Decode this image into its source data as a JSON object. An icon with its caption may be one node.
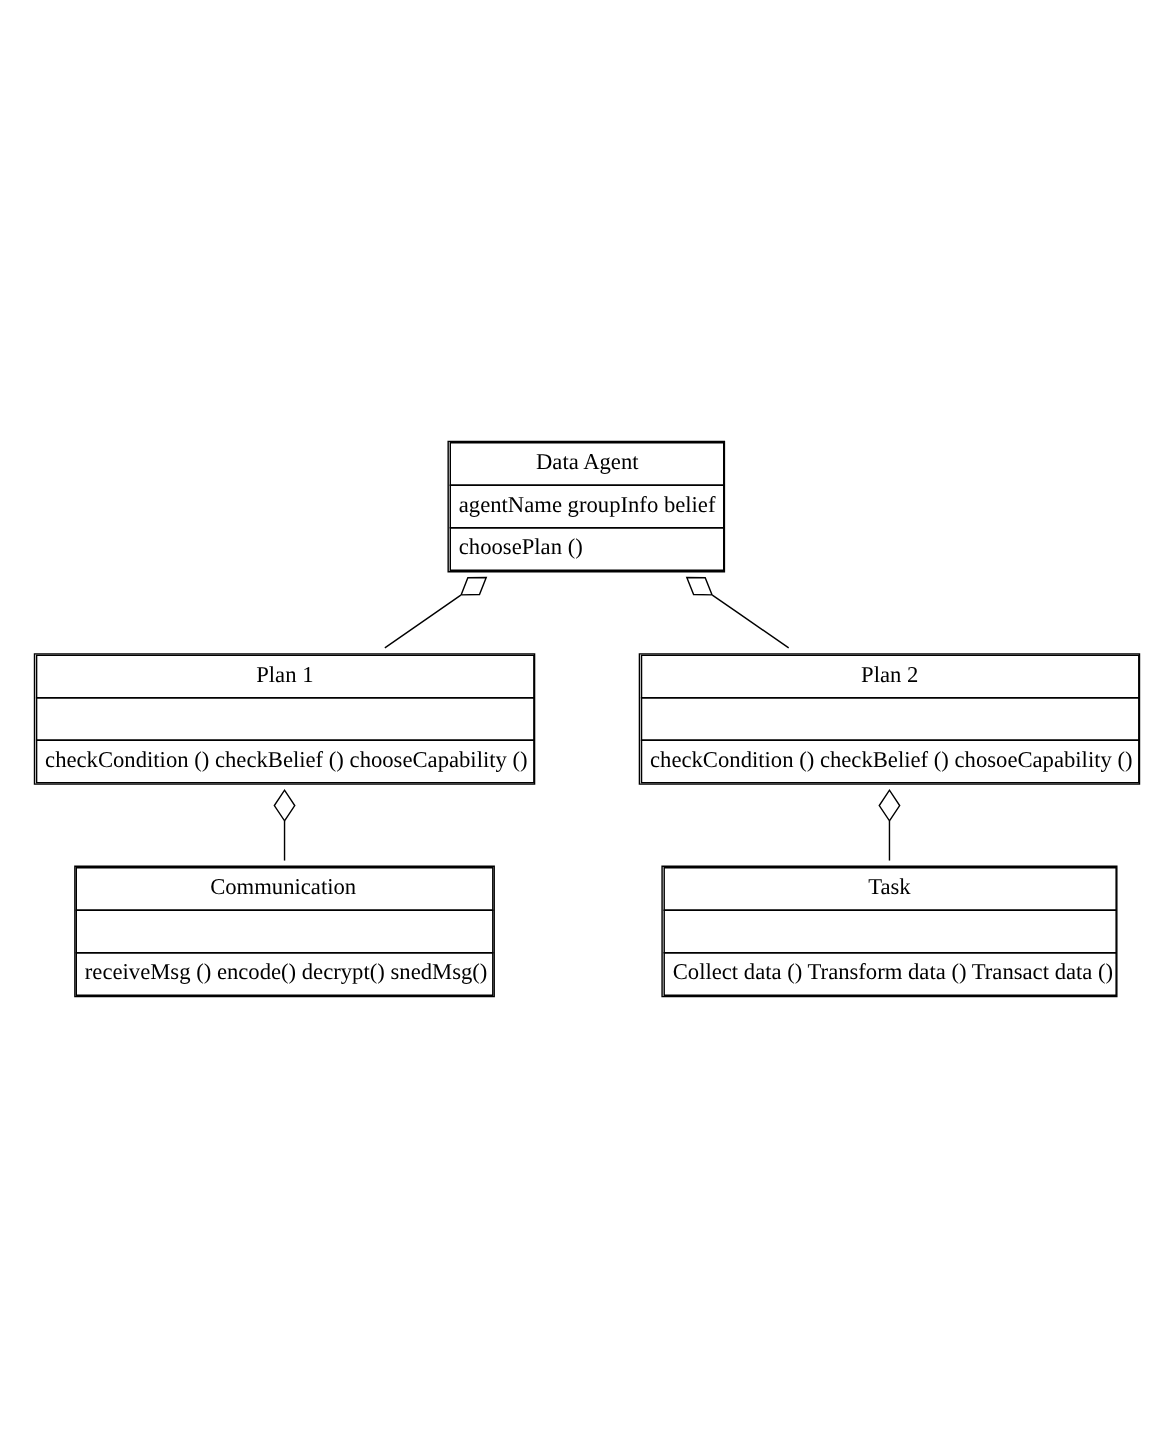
{
  "diagram": {
    "nodes": [
      {
        "text": [
          "Data Agent",
          "agentName groupInfo belief",
          "choosePlan ()"
        ]
      },
      {
        "text": [
          "Plan 1",
          "checkCondition () checkBelief () chooseCapability ()"
        ]
      },
      {
        "text": [
          "Plan 2",
          "checkCondition () checkBelief () chosoeCapability ()"
        ]
      },
      {
        "text": [
          "Communication",
          "receiveMsg () encode() decrypt() snedMsg()"
        ]
      },
      {
        "text": [
          "Task",
          "Collect data () Transform data () Transact data ()"
        ]
      }
    ],
    "edges": [
      {
        "from": 0,
        "to": 1,
        "arrow": "other"
      },
      {
        "from": 0,
        "to": 2,
        "arrow": "other"
      },
      {
        "from": 1,
        "to": 3,
        "arrow": "other"
      },
      {
        "from": 2,
        "to": 4,
        "arrow": "other"
      }
    ]
  }
}
